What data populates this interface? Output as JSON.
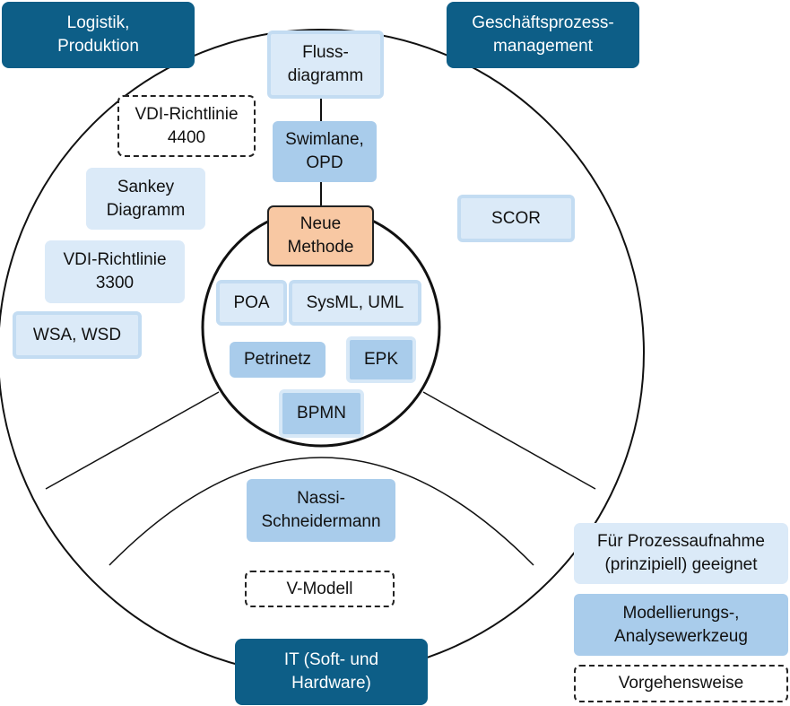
{
  "domains": {
    "logistics": "Logistik,\nProduktion",
    "bpm": "Geschäftsprozess-\nmanagement",
    "it": "IT (Soft- und\nHardware)"
  },
  "methods": {
    "flussdiagramm": "Fluss-\ndiagramm",
    "swimlane": "Swimlane,\nOPD",
    "neue_methode": "Neue\nMethode",
    "poa": "POA",
    "sysml": "SysML, UML",
    "petrinetz": "Petrinetz",
    "epk": "EPK",
    "bpmn": "BPMN",
    "vdi_4400": "VDI-Richtlinie\n4400",
    "sankey": "Sankey\nDiagramm",
    "vdi_3300": "VDI-Richtlinie\n3300",
    "wsa": "WSA, WSD",
    "scor": "SCOR",
    "nassi": "Nassi-\nSchneidermann",
    "v_modell": "V-Modell"
  },
  "legend": {
    "prozessaufnahme": "Für Prozessaufnahme\n(prinzipiell) geeignet",
    "modellierung": "Modellierungs-,\nAnalysewerkzeug",
    "vorgehensweise": "Vorgehensweise"
  },
  "colors": {
    "domain": "#0d5e87",
    "tool": "#a9cceb",
    "process": "#dbeaf8",
    "new_method": "#f8c8a3"
  }
}
